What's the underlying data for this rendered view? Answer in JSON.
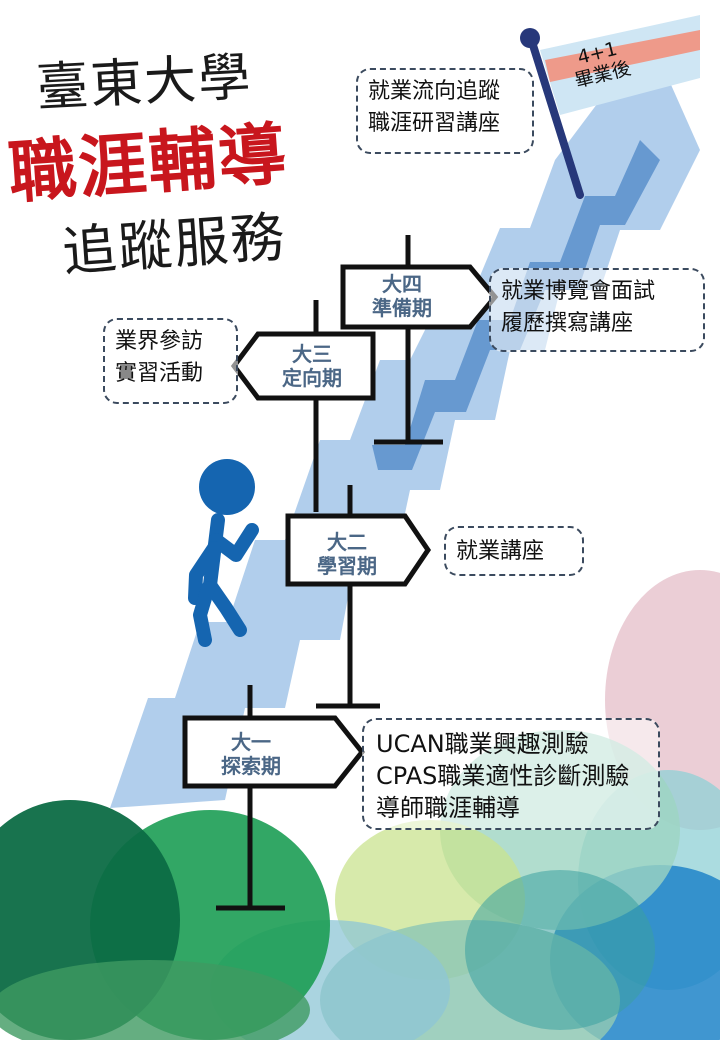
{
  "title": {
    "line1": "臺東大學",
    "line2": "職涯輔導",
    "line3": "追蹤服務"
  },
  "flag": {
    "line1": "4+1",
    "line2": "畢業後"
  },
  "stages": {
    "year4": {
      "line1": "大四",
      "line2": "準備期"
    },
    "year3": {
      "line1": "大三",
      "line2": "定向期"
    },
    "year2": {
      "line1": "大二",
      "line2": "學習期"
    },
    "year1": {
      "line1": "大一",
      "line2": "探索期"
    }
  },
  "services": {
    "graduate": [
      "就業流向追蹤",
      "職涯研習講座"
    ],
    "year4": [
      "就業博覽會面試",
      "履歷撰寫講座"
    ],
    "year3": [
      "業界參訪",
      "實習活動"
    ],
    "year2": [
      "就業講座"
    ],
    "year1": [
      "UCAN職業興趣測驗",
      "CPAS職業適性診斷測驗",
      "導師職涯輔導"
    ]
  },
  "colors": {
    "title_red": "#c8161d",
    "stair_light": "#a9c9ea",
    "stair_dark": "#5b8fcb",
    "figure_blue": "#1565b0",
    "sign_text": "#4b6786",
    "flag_pole": "#27387a",
    "flag_stripe": "#ee9a8a"
  },
  "icons": [
    "walking-person-icon",
    "flag-icon",
    "signpost-icon"
  ]
}
